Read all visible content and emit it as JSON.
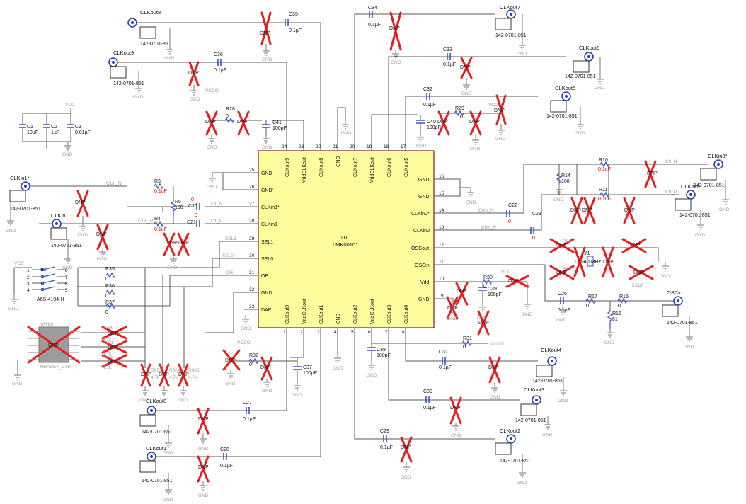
{
  "u1": {
    "refdes": "U1",
    "part": "LMK00101",
    "top_pins": [
      {
        "num": "24",
        "name": "CLKout9"
      },
      {
        "num": "23",
        "name": "VddCLKout"
      },
      {
        "num": "22",
        "name": "CLKout8"
      },
      {
        "num": "21",
        "name": "GND"
      },
      {
        "num": "20",
        "name": "CLKout7"
      },
      {
        "num": "19",
        "name": "VddCLKout"
      },
      {
        "num": "18",
        "name": "CLKout6"
      },
      {
        "num": "17",
        "name": "CLKout5"
      }
    ],
    "bottom_pins": [
      {
        "num": "1",
        "name": "CLKout0"
      },
      {
        "num": "2",
        "name": "VddCLKout"
      },
      {
        "num": "3",
        "name": "CLKout1"
      },
      {
        "num": "4",
        "name": "GND"
      },
      {
        "num": "5",
        "name": "CLKout2"
      },
      {
        "num": "6",
        "name": "VddCLKout"
      },
      {
        "num": "7",
        "name": "CLKout3"
      },
      {
        "num": "8",
        "name": "CLKout4"
      }
    ],
    "left_pins": [
      {
        "num": "25",
        "name": "GND"
      },
      {
        "num": "26",
        "name": "GND'"
      },
      {
        "num": "27",
        "name": "CLKin1*"
      },
      {
        "num": "28",
        "name": "CLKin1"
      },
      {
        "num": "29",
        "name": "SEL1"
      },
      {
        "num": "30",
        "name": "SEL0"
      },
      {
        "num": "31",
        "name": "OE"
      },
      {
        "num": "32",
        "name": "GND"
      },
      {
        "num": "33",
        "name": "DAP"
      }
    ],
    "right_pins": [
      {
        "num": "16",
        "name": "GND"
      },
      {
        "num": "15",
        "name": "GND"
      },
      {
        "num": "14",
        "name": "CLKin0*"
      },
      {
        "num": "13",
        "name": "CLKin0"
      },
      {
        "num": "12",
        "name": "OSCout"
      },
      {
        "num": "11",
        "name": "OSCin"
      },
      {
        "num": "10",
        "name": "Vdd"
      },
      {
        "num": "9",
        "name": "GND"
      }
    ]
  },
  "connectors": [
    {
      "label": "CLKout8",
      "part": "142-0701-851"
    },
    {
      "label": "CLKout9",
      "part": "142-0701-851"
    },
    {
      "label": "CLKout7",
      "part": "142-0701-851"
    },
    {
      "label": "CLKout6",
      "part": "142-0701-851"
    },
    {
      "label": "CLKout5",
      "part": "142-0701-851"
    },
    {
      "label": "CLKin1*",
      "part": "142-0701-851"
    },
    {
      "label": "CLKin1",
      "part": "142-0701-851"
    },
    {
      "label": "CLKin0*",
      "part": "142-0701-851"
    },
    {
      "label": "CLKin0",
      "part": "142-0701-851"
    },
    {
      "label": "OSCin",
      "part": "142-0701-851"
    },
    {
      "label": "CLKout4",
      "part": "142-0701-851"
    },
    {
      "label": "CLKout3",
      "part": "142-0701-851"
    },
    {
      "label": "CLKout2",
      "part": "142-0701-851"
    },
    {
      "label": "CLKout0",
      "part": "142-0701-851"
    },
    {
      "label": "CLKout1",
      "part": "142-0701-851"
    }
  ],
  "capacitors": [
    {
      "ref": "C35",
      "value": "0.1µF"
    },
    {
      "ref": "C36",
      "value": "0.1µF"
    },
    {
      "ref": "C34",
      "value": "0.1µF"
    },
    {
      "ref": "C33",
      "value": "0.1µF"
    },
    {
      "ref": "C32",
      "value": "0.1µF"
    },
    {
      "ref": "C41",
      "value": "100pF"
    },
    {
      "ref": "C40",
      "value": "100pF"
    },
    {
      "ref": "C1",
      "value": "10µF"
    },
    {
      "ref": "C2",
      "value": "1µF"
    },
    {
      "ref": "C3",
      "value": "0.01µF"
    },
    {
      "ref": "C20",
      "value": "0"
    },
    {
      "ref": "C21",
      "value": "0"
    },
    {
      "ref": "C22",
      "value": "0"
    },
    {
      "ref": "C23",
      "value": "0"
    },
    {
      "ref": "C39",
      "value": "100pF"
    },
    {
      "ref": "C26",
      "value": "0.1µF"
    },
    {
      "ref": "C38",
      "value": "100pF"
    },
    {
      "ref": "C31",
      "value": "0.1µF"
    },
    {
      "ref": "C30",
      "value": "0.1µF"
    },
    {
      "ref": "C29",
      "value": "0.1µF"
    },
    {
      "ref": "C27",
      "value": "0.1µF"
    },
    {
      "ref": "C28",
      "value": "0.1µF"
    },
    {
      "ref": "C37",
      "value": "100pF"
    }
  ],
  "resistors": [
    {
      "ref": "R28",
      "value": "0"
    },
    {
      "ref": "R29",
      "value": "0"
    },
    {
      "ref": "R3",
      "value": "0.1uF"
    },
    {
      "ref": "R4",
      "value": "0.1uF"
    },
    {
      "ref": "R5",
      "value": "100"
    },
    {
      "ref": "R10",
      "value": "0.1uF"
    },
    {
      "ref": "R11",
      "value": "0.1uF"
    },
    {
      "ref": "R14",
      "value": "100"
    },
    {
      "ref": "R35",
      "value": "0"
    },
    {
      "ref": "R36",
      "value": "0"
    },
    {
      "ref": "R37",
      "value": "0"
    },
    {
      "ref": "R30",
      "value": "0"
    },
    {
      "ref": "R31",
      "value": "0"
    },
    {
      "ref": "R17",
      "value": "0"
    },
    {
      "ref": "R15",
      "value": "0"
    },
    {
      "ref": "R16",
      "value": "51"
    },
    {
      "ref": "R32",
      "value": "0"
    }
  ],
  "nets": {
    "vcc": "VCC",
    "vcco": "VCCO",
    "gnd": "GND",
    "dnp": "DNP",
    "c1in_n": "C1in_N",
    "c1in_p": "C1in_P",
    "c1_n": "C1_N",
    "c1_p": "C1_P",
    "c0_n": "C0_N",
    "c0_p": "C0_P",
    "c0in_n": "C0in_N",
    "c0in_p": "C0in_P",
    "sel1": "SEL1",
    "sel0": "SEL0",
    "oe": "OE"
  },
  "switch": {
    "ref": "S1",
    "part": "A6S-4104-H",
    "left_pins": [
      "1",
      "2",
      "3",
      "4"
    ],
    "right_pins": [
      "8",
      "7",
      "6",
      "5"
    ]
  },
  "header": {
    "label": "uWire",
    "part": "HEADER_2X5",
    "dnp": "DNP"
  },
  "crystal": {
    "ref": "Y1",
    "value": "40 MHz"
  },
  "ghost": {
    "r300": "R300",
    "r301": "R301",
    "r302": "R302",
    "r300v": "4.7k",
    "r301v": "4.7k",
    "r302v": "4.7k",
    "r303": "R303",
    "r304": "R304",
    "r305": "R305",
    "r303v": "4.7k",
    "r304v": "4.7k",
    "r305v": "4.7k",
    "c25v": "5.6pF",
    "r33": "R33",
    "r34": "R34"
  },
  "colors": {
    "ic_fill": "#fdfd9e",
    "dnp_red": "#e61e1e",
    "part_blue": "#3a55c8",
    "wire": "#5a5a5a"
  }
}
